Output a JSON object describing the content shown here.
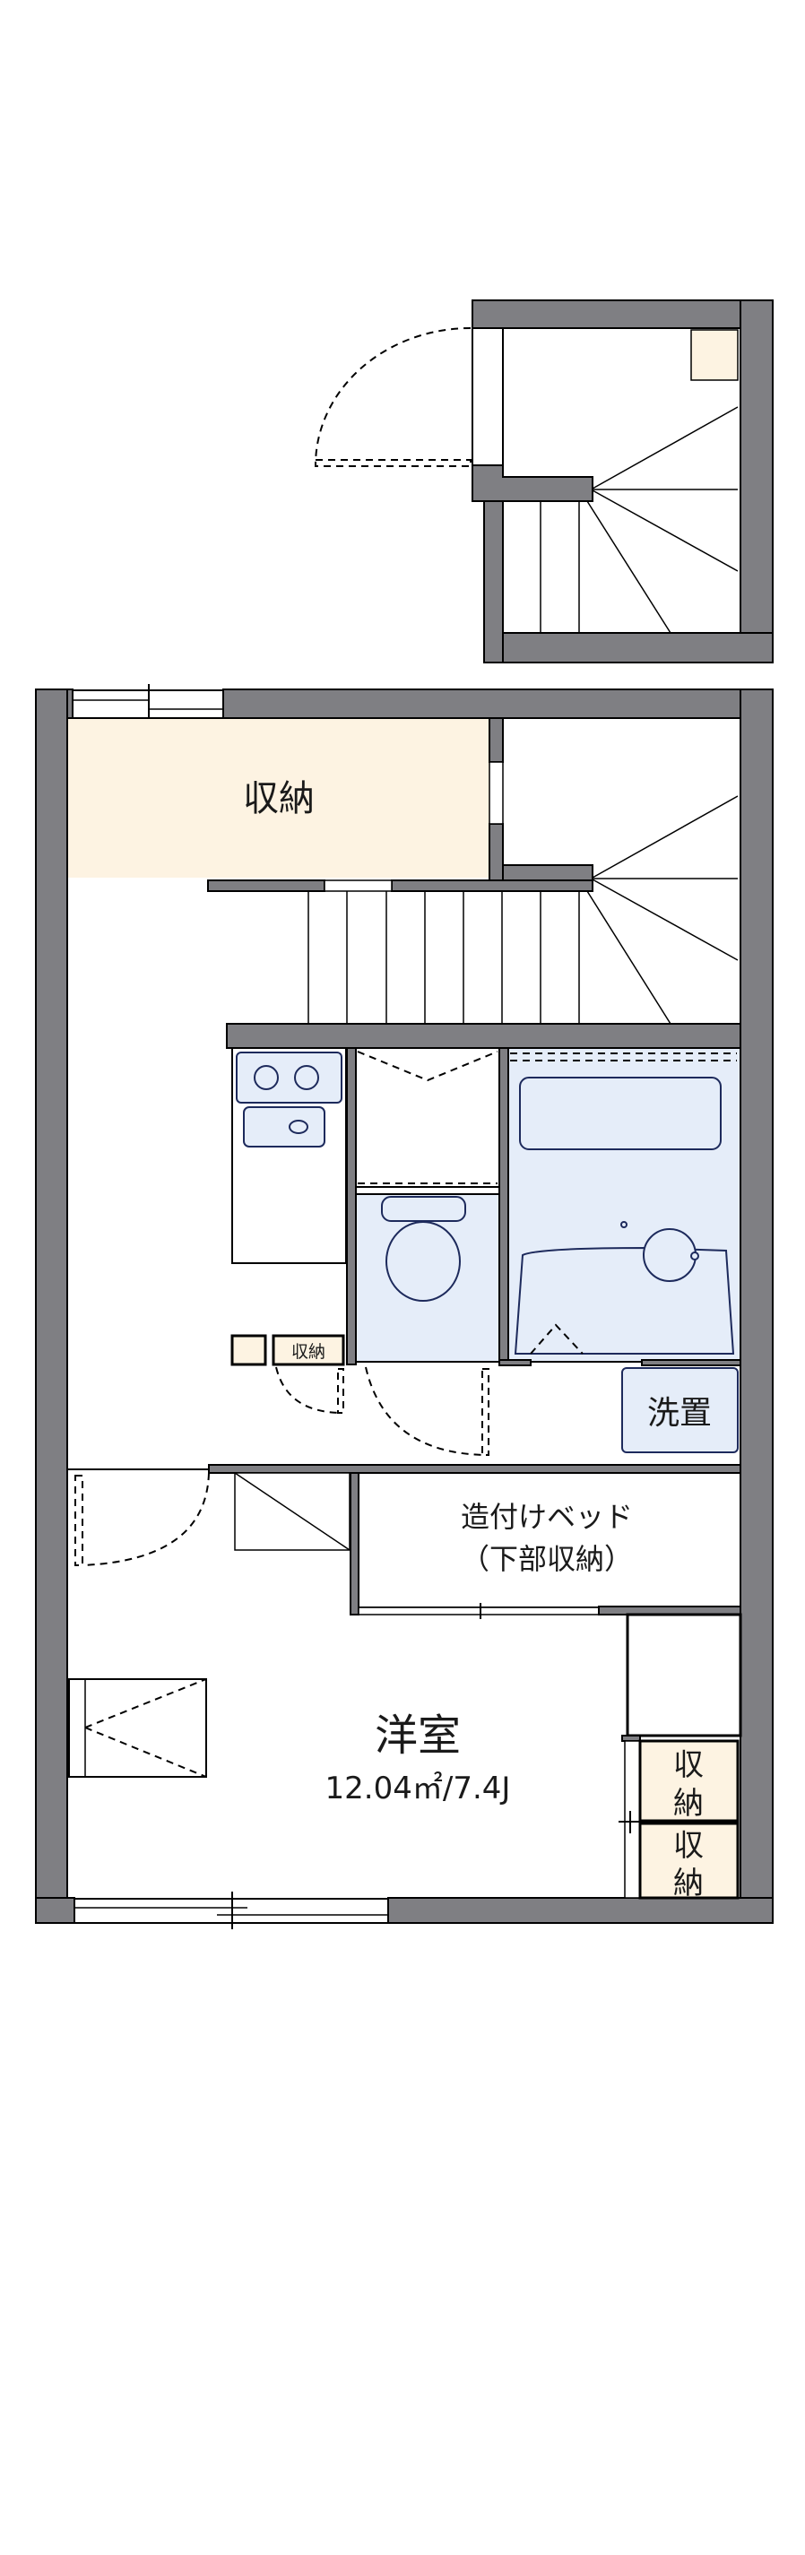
{
  "floorplan": {
    "colors": {
      "wall": "#7f7f83",
      "storage_fill": "#fdf3e2",
      "wet_area_fill": "#e5edf9"
    },
    "labels": {
      "storage_main": "収納",
      "storage_small": "収納",
      "washer": "洗置",
      "built_in_bed_line1": "造付けベッド",
      "built_in_bed_line2": "（下部収納）",
      "room_name": "洋室",
      "room_size": "12.04㎡/7.4J",
      "closet_1_line1": "収",
      "closet_1_line2": "納",
      "closet_2_line1": "収",
      "closet_2_line2": "納"
    }
  }
}
